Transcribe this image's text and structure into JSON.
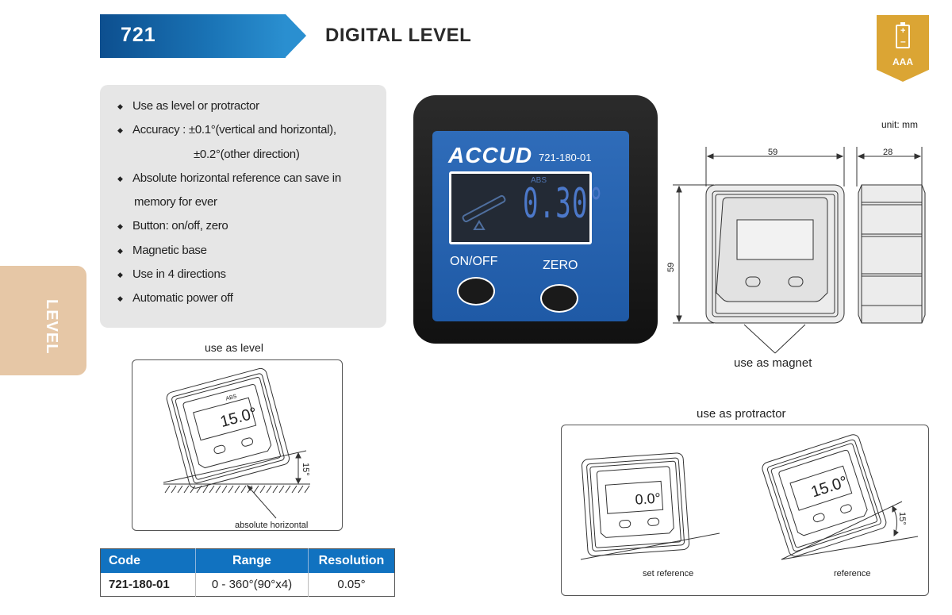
{
  "header": {
    "section_number": "721",
    "title": "DIGITAL LEVEL",
    "accent_color": "#1a74b6"
  },
  "battery_badge": {
    "icon": "battery-icon",
    "label": "AAA",
    "color": "#dba534"
  },
  "side_tab": {
    "label": "LEVEL",
    "color": "#e6c7a6"
  },
  "features": [
    "Use as level or protractor",
    "Accuracy : ±0.1°(vertical and horizontal),",
    "±0.2°(other direction)",
    "Absolute horizontal reference can save in",
    "memory for ever",
    "Button: on/off, zero",
    "Magnetic base",
    "Use in 4 directions",
    "Automatic power off"
  ],
  "product_photo": {
    "brand": "ACCUD",
    "model": "721-180-01",
    "display_indicator": "ABS",
    "display_reading": "0.30°",
    "button_left_label": "ON/OFF",
    "button_right_label": "ZERO"
  },
  "technical_drawing": {
    "unit_label": "unit: mm",
    "width": "59",
    "depth": "28",
    "height": "59",
    "magnet_label": "use as magnet"
  },
  "use_as_level": {
    "title": "use as level",
    "display_indicator": "ABS",
    "display_reading": "15.0°",
    "angle_label": "15°",
    "caption": "absolute horizontal"
  },
  "use_as_protractor": {
    "title": "use as protractor",
    "left": {
      "display_reading": "0.0°",
      "caption": "set reference"
    },
    "right": {
      "display_reading": "15.0°",
      "angle_label": "15°",
      "caption": "reference"
    }
  },
  "spec_table": {
    "headers": [
      "Code",
      "Range",
      "Resolution"
    ],
    "rows": [
      [
        "721-180-01",
        "0 - 360°(90°x4)",
        "0.05°"
      ]
    ],
    "header_color": "#1172c0"
  }
}
